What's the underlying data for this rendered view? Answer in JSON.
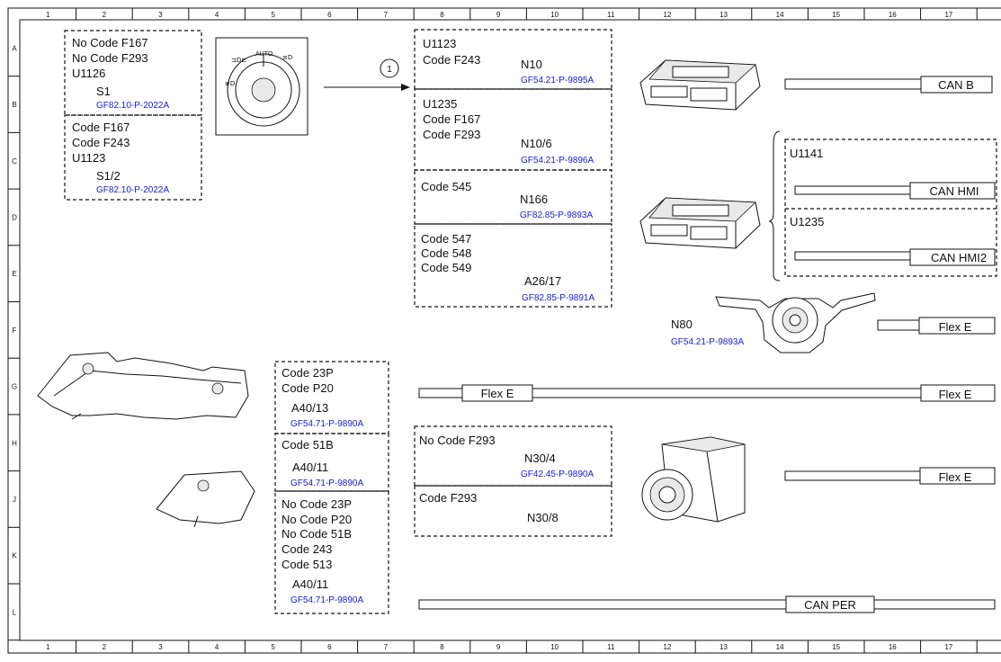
{
  "grid": {
    "columns": [
      "1",
      "2",
      "3",
      "4",
      "5",
      "6",
      "7",
      "8",
      "9",
      "10",
      "11",
      "12",
      "13",
      "14",
      "15",
      "16",
      "17"
    ],
    "rows": [
      "A",
      "B",
      "C",
      "D",
      "E",
      "F",
      "G",
      "H",
      "J",
      "K",
      "L"
    ]
  },
  "switch_blocks": [
    {
      "lines": [
        "No Code F167",
        "No Code F293",
        "U1126"
      ],
      "component": "S1",
      "ref": "GF82.10-P-2022A"
    },
    {
      "lines": [
        "Code F167",
        "Code F243",
        "U1123"
      ],
      "component": "S1/2",
      "ref": "GF82.10-P-2022A"
    }
  ],
  "light_switch": {
    "auto_label": "AUTO"
  },
  "callout": {
    "number": "1"
  },
  "module_blocks": [
    {
      "lines": [
        "U1123",
        "Code F243"
      ],
      "component": "N10",
      "ref": "GF54.21-P-9895A"
    },
    {
      "lines": [
        "U1235",
        "Code F167",
        "Code F293"
      ],
      "component": "N10/6",
      "ref": "GF54.21-P-9896A"
    },
    {
      "lines": [
        "Code 545"
      ],
      "component": "N166",
      "ref": "GF82.85-P-9893A"
    },
    {
      "lines": [
        "Code 547",
        "Code 548",
        "Code 549"
      ],
      "component": "A26/17",
      "ref": "GF82.85-P-9891A"
    }
  ],
  "hmi_group": {
    "u_a": "U1141",
    "bus_a": "CAN HMI",
    "u_b": "U1235",
    "bus_b": "CAN HMI2"
  },
  "can_b": {
    "label": "CAN B"
  },
  "steering": {
    "component": "N80",
    "ref": "GF54.21-P-9893A",
    "bus": "Flex E"
  },
  "flex_e_middle": {
    "left_label": "Flex E",
    "right_label": "Flex E"
  },
  "a40_blocks": [
    {
      "lines": [
        "Code 23P",
        "Code P20"
      ],
      "component": "A40/13",
      "ref": "GF54.71-P-9890A"
    },
    {
      "lines": [
        "Code 51B"
      ],
      "component": "A40/11",
      "ref": "GF54.71-P-9890A"
    },
    {
      "lines": [
        "No Code 23P",
        "No Code P20",
        "No Code 51B",
        "Code 243",
        "Code 513"
      ],
      "component": "A40/11",
      "ref": "GF54.71-P-9890A"
    }
  ],
  "camera_blocks": [
    {
      "lines": [
        "No Code F293"
      ],
      "component": "N30/4",
      "ref": "GF42.45-P-9890A"
    },
    {
      "lines": [
        "Code F293"
      ],
      "component": "N30/8",
      "ref": ""
    }
  ],
  "camera_bus": {
    "label": "Flex E"
  },
  "can_per": {
    "label": "CAN PER"
  },
  "colors": {
    "line": "#111111",
    "reference_text": "#1a1ad6",
    "image_fill": "#e9e9e9"
  }
}
